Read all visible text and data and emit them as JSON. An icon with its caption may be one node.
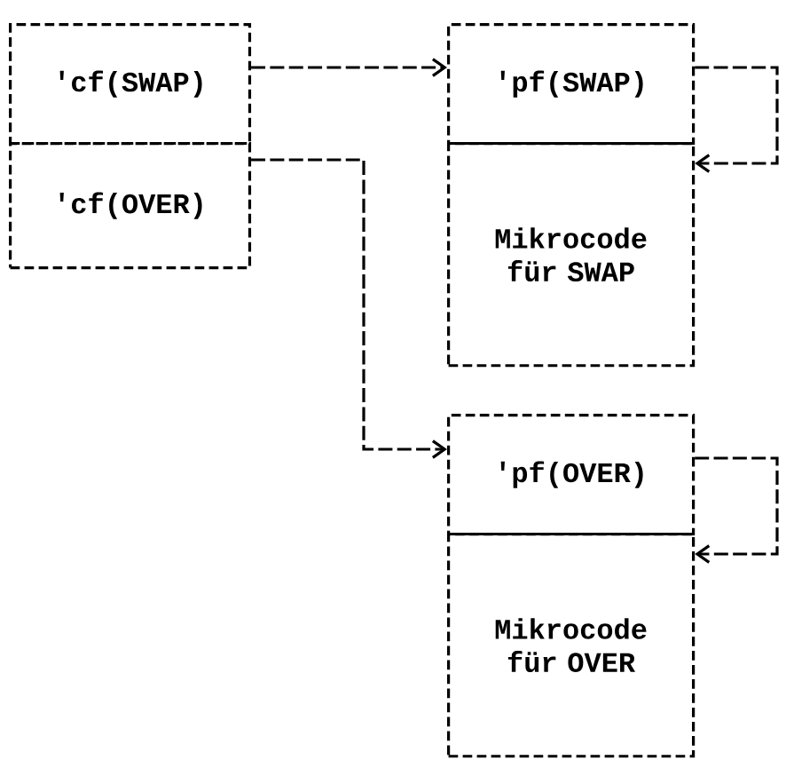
{
  "diagram": {
    "nodes": [
      {
        "text": [
          "'cf(SWAP)"
        ]
      },
      {
        "text": [
          "'cf(OVER)"
        ]
      },
      {
        "text": [
          "'pf(SWAP)"
        ]
      },
      {
        "text": [
          "Mikrocode für SWAP"
        ]
      },
      {
        "text": [
          "'pf(OVER)"
        ]
      },
      {
        "text": [
          "Mikrocode für OVER"
        ]
      }
    ],
    "edges": [
      {
        "from": 0,
        "to": 2,
        "arrow": "to"
      },
      {
        "from": 1,
        "to": 4,
        "arrow": "to"
      },
      {
        "from": 2,
        "to": 3,
        "arrow": "to"
      },
      {
        "from": 4,
        "to": 5,
        "arrow": "to"
      }
    ]
  }
}
